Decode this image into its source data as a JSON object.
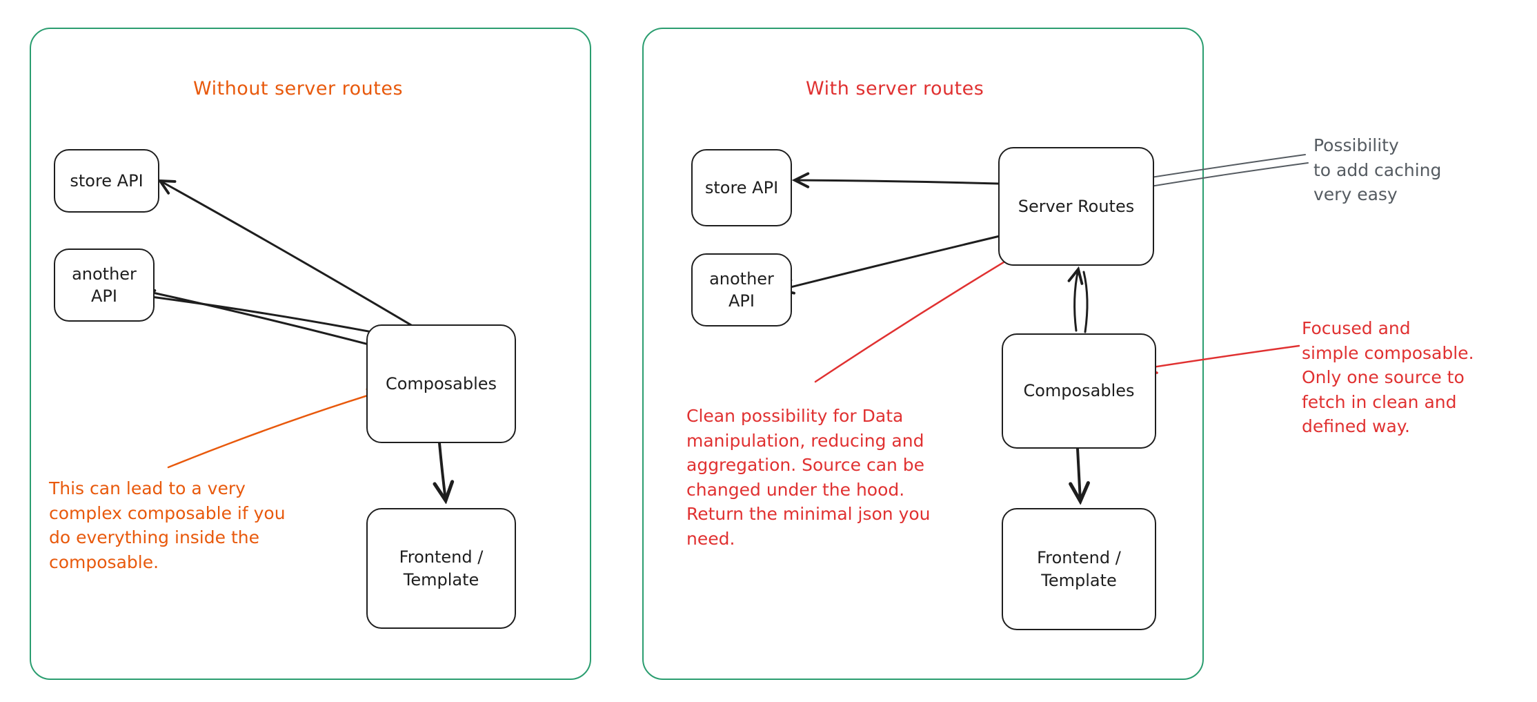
{
  "colors": {
    "panel_border": "#2a9d6f",
    "node_border": "#1e1e1e",
    "orange": "#e8590c",
    "red": "#e03131",
    "gray": "#555b61"
  },
  "left_panel": {
    "title": "Without server routes",
    "nodes": {
      "store_api": "store API",
      "another_api": "another\nAPI",
      "composables": "Composables",
      "frontend": "Frontend /\nTemplate"
    },
    "annotation": "This can lead to a very\ncomplex composable if you\ndo everything inside the\ncomposable."
  },
  "right_panel": {
    "title": "With server routes",
    "nodes": {
      "store_api": "store API",
      "another_api": "another\nAPI",
      "server_routes": "Server Routes",
      "composables": "Composables",
      "frontend": "Frontend /\nTemplate"
    },
    "annotation_data": "Clean possibility for Data\nmanipulation, reducing and\naggregation. Source can be\nchanged under the hood.\nReturn the minimal json you\nneed."
  },
  "side_annotations": {
    "caching": "Possibility\nto add caching\nvery easy",
    "focused_composable": "Focused and\nsimple composable.\nOnly one source to\nfetch in clean and\ndefined way."
  }
}
